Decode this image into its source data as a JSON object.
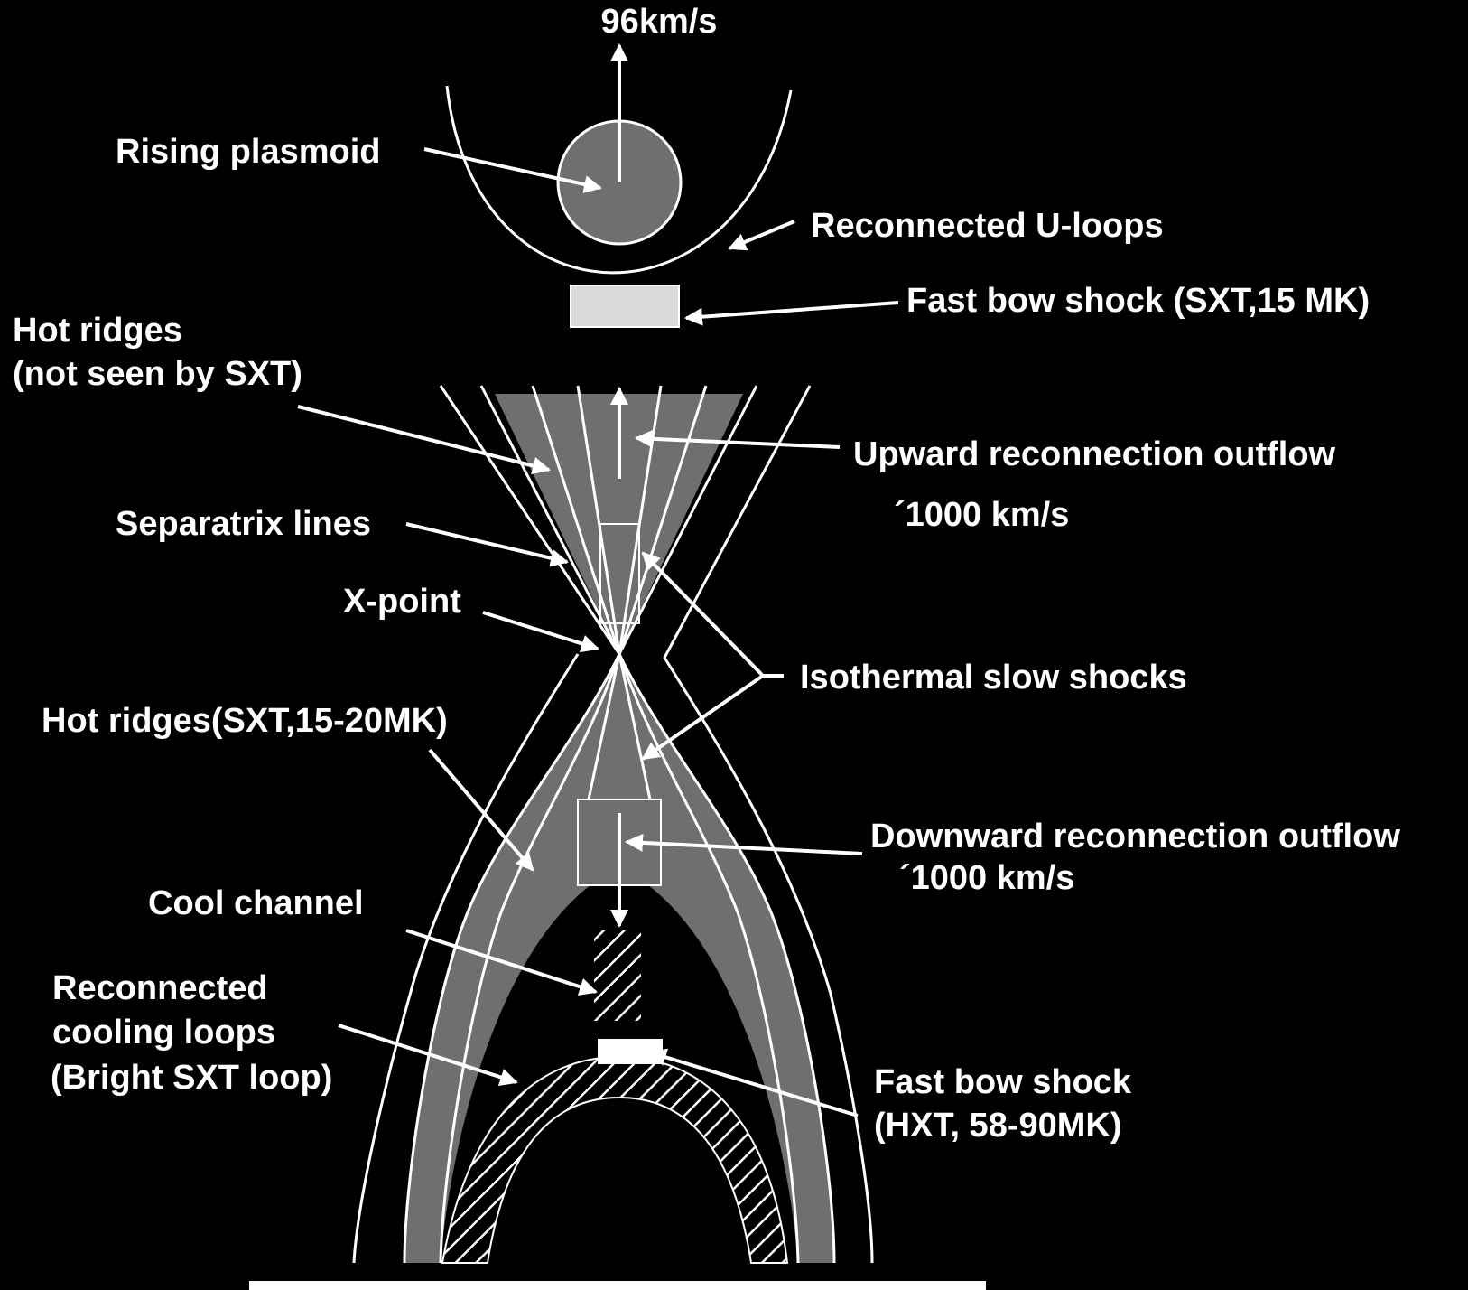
{
  "colors": {
    "background": "#000000",
    "line": "#ffffff",
    "shaded_region": "#6f6f6f",
    "shock_box": "#d9d9d9"
  },
  "labels": {
    "velocity_top": "96km/s",
    "rising_plasmoid": "Rising plasmoid",
    "reconnected_u_loops": "Reconnected U-loops",
    "fast_bow_shock_top": "Fast bow shock (SXT,15 MK)",
    "hot_ridges_top_line1": "Hot ridges",
    "hot_ridges_top_line2": "(not seen by SXT)",
    "upward_outflow": "Upward reconnection outflow",
    "upward_speed": "´1000 km/s",
    "separatrix_lines": "Separatrix lines",
    "x_point": "X-point",
    "isothermal_slow_shocks": "Isothermal  slow shocks",
    "hot_ridges_bottom": "Hot ridges(SXT,15-20MK)",
    "downward_outflow": "Downward reconnection outflow",
    "downward_speed": "´1000 km/s",
    "cool_channel": "Cool channel",
    "cooling_loops_line1": "Reconnected",
    "cooling_loops_line2": "cooling loops",
    "cooling_loops_line3": "(Bright SXT loop)",
    "fast_bow_shock_bottom_line1": "Fast bow shock",
    "fast_bow_shock_bottom_line2": "(HXT, 58-90MK)"
  }
}
